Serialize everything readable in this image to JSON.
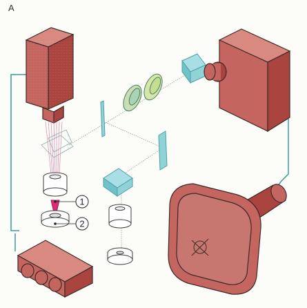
{
  "figure": {
    "panel_label": "A",
    "callouts": [
      {
        "number": "1"
      },
      {
        "number": "2"
      }
    ]
  },
  "colors": {
    "housing_front": "#c5655f",
    "housing_side": "#a9443f",
    "housing_top": "#d98a80",
    "outline": "#3c2a28",
    "cable": "#3c9a9a",
    "optics_cyan": "#8fd3d6",
    "lens_green": "#c9dfb1",
    "beam_pink": "#d98ab0",
    "target_magenta": "#e0287a",
    "background": "#fcfcf8"
  }
}
